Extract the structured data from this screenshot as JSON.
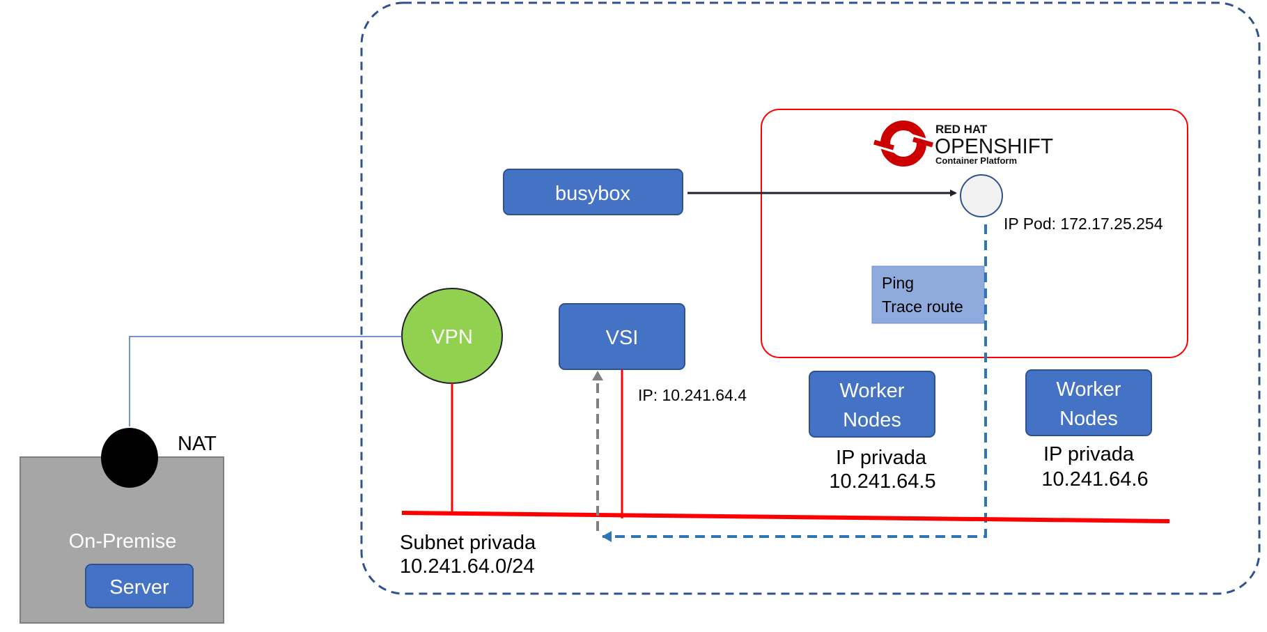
{
  "nodes": {
    "busybox": "busybox",
    "vsi": "VSI",
    "vpn": "VPN",
    "worker1": [
      "Worker",
      "Nodes"
    ],
    "worker2": [
      "Worker",
      "Nodes"
    ],
    "on_premise": "On-Premise",
    "server": "Server",
    "nat": "NAT"
  },
  "openshift_logo": {
    "line1": "RED HAT",
    "line2": "OPENSHIFT",
    "line3": "Container Platform"
  },
  "labels": {
    "ip_pod": "IP Pod: 172.17.25.254",
    "vsi_ip": "IP: 10.241.64.4",
    "ping": "Ping",
    "trace_route": "Trace route",
    "worker1_ip_title": "IP privada",
    "worker1_ip": "10.241.64.5",
    "worker2_ip_title": "IP privada",
    "worker2_ip": "10.241.64.6",
    "subnet_title": "Subnet privada",
    "subnet_cidr": "10.241.64.0/24"
  },
  "colors": {
    "box_blue": "#4472c4",
    "box_border": "#2f528f",
    "vpn_green": "#92d050",
    "subnet_red": "#ff0000",
    "vpc_border": "#2f528f",
    "onprem_gray": "#a6a6a6",
    "ping_fill": "#8faadc",
    "trace_blue": "#2e75b6"
  }
}
